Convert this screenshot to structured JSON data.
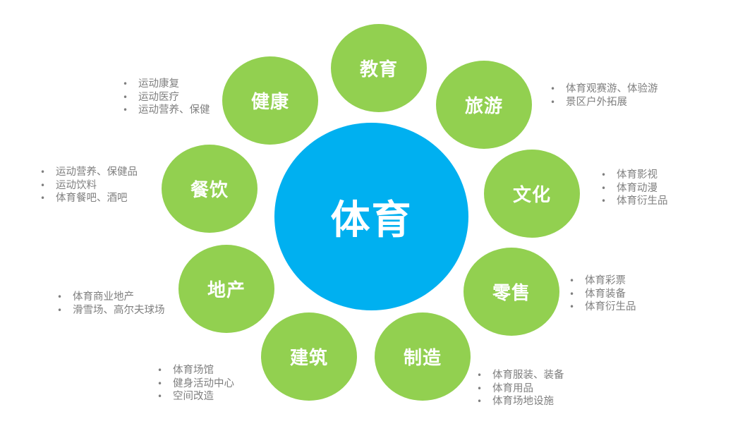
{
  "center": {
    "label": "体育",
    "color": "#00b0f0"
  },
  "colors": {
    "node": "#92d050",
    "text": "#7f7f7f",
    "label": "#ffffff"
  },
  "nodes": [
    {
      "label": "教育",
      "items": []
    },
    {
      "label": "旅游",
      "items": [
        "体育观赛游、体验游",
        "景区户外拓展"
      ]
    },
    {
      "label": "文化",
      "items": [
        "体育影视",
        "体育动漫",
        "体育衍生品"
      ]
    },
    {
      "label": "零售",
      "items": [
        "体育彩票",
        "体育装备",
        "体育衍生品"
      ]
    },
    {
      "label": "制造",
      "items": [
        "体育服装、装备",
        "体育用品",
        "体育场地设施"
      ]
    },
    {
      "label": "建筑",
      "items": [
        "体育场馆",
        "健身活动中心",
        "空间改造"
      ]
    },
    {
      "label": "地产",
      "items": [
        "体育商业地产",
        "滑雪场、高尔夫球场"
      ]
    },
    {
      "label": "餐饮",
      "items": [
        "运动营养、保健品",
        "运动饮料",
        "体育餐吧、酒吧"
      ]
    },
    {
      "label": "健康",
      "items": [
        "运动康复",
        "运动医疗",
        "运动营养、保健"
      ]
    }
  ]
}
